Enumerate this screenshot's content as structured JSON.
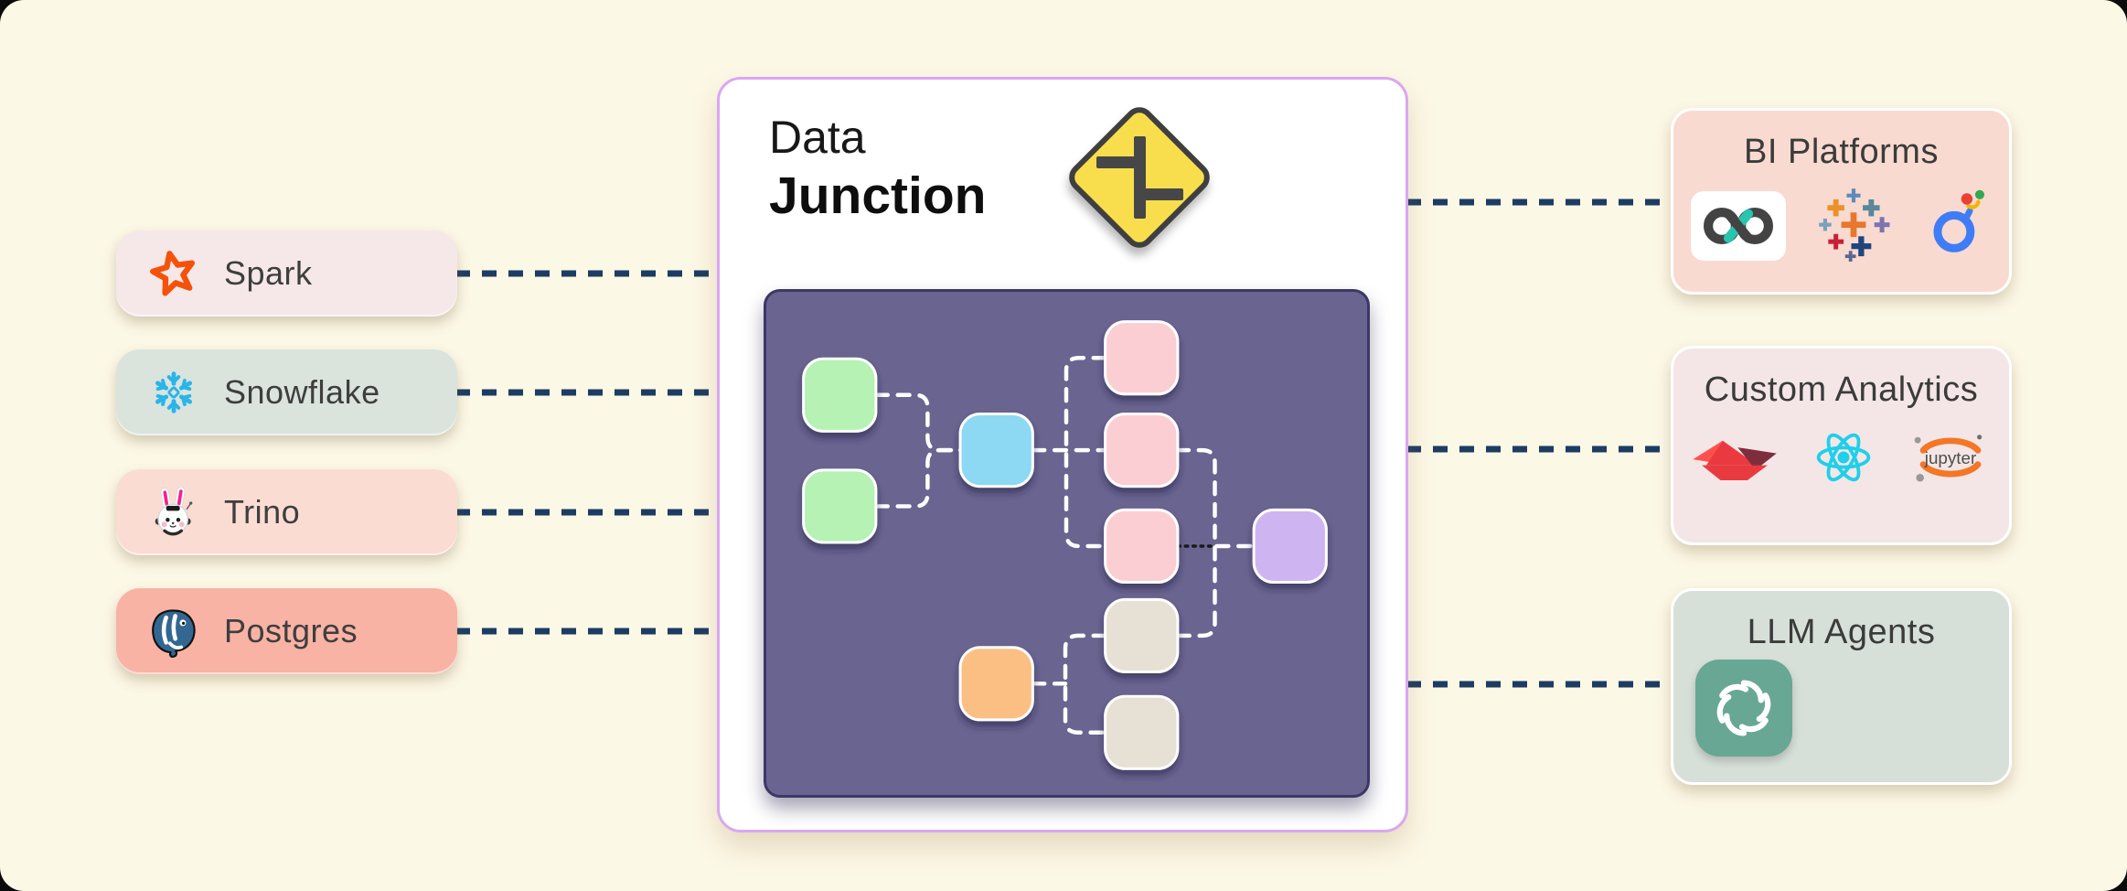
{
  "page": {
    "bg": "#FCF8E6"
  },
  "connectors": {
    "color": "#1C3C63",
    "style": "dashed"
  },
  "sources": {
    "items": [
      {
        "label": "Spark",
        "icon": "spark-star-icon",
        "bg": "#F6E8E8"
      },
      {
        "label": "Snowflake",
        "icon": "snowflake-icon",
        "bg": "#DBE3DD"
      },
      {
        "label": "Trino",
        "icon": "trino-bunny-icon",
        "bg": "#FBDCD3"
      },
      {
        "label": "Postgres",
        "icon": "postgres-elephant-icon",
        "bg": "#F8B3A5"
      }
    ]
  },
  "hub": {
    "title_line1": "Data",
    "title_line2": "Junction",
    "sign_icon": "junction-road-sign-icon",
    "sign_yellow": "#F8DE4C",
    "sign_border": "#3F3F3F",
    "sign_symbol": "#474747",
    "card_border": "#D9A7F2",
    "panel_bg": "#6A6490",
    "panel_border": "#3C3766",
    "nodes": {
      "green": "#B5F2B4",
      "blue": "#8DD8F2",
      "pink": "#FBCED3",
      "purple": "#CEB5F1",
      "beige": "#E7E0D5",
      "orange": "#FBBF84"
    },
    "edges": {
      "dash": "#FFFFFF",
      "dotted": "#1A1A1A"
    }
  },
  "destinations": {
    "items": [
      {
        "label": "BI Platforms",
        "bg": "#F9DAD0",
        "icons": [
          "superset-infinity-icon",
          "tableau-icon",
          "looker-icon"
        ]
      },
      {
        "label": "Custom Analytics",
        "bg": "#F4E6E6",
        "icons": [
          "streamlit-icon",
          "react-icon",
          "jupyter-icon"
        ]
      },
      {
        "label": "LLM Agents",
        "bg": "#D7DFD9",
        "icons": [
          "openai-icon"
        ]
      }
    ]
  },
  "icon_text": {
    "jupyter": "jupyter"
  }
}
